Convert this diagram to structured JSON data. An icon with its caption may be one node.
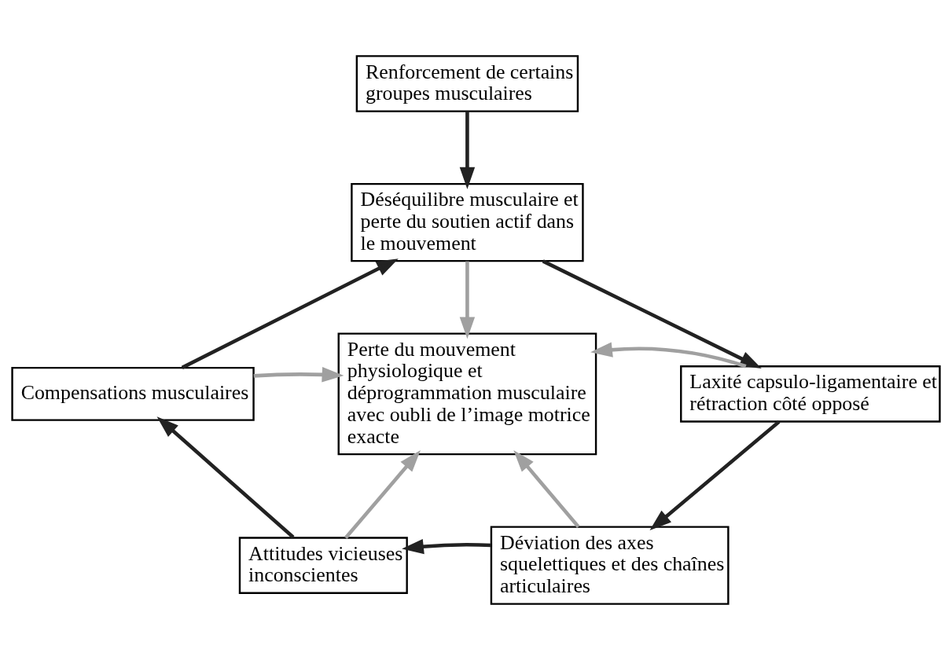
{
  "diagram": {
    "nodes": [
      {
        "text": [
          "Renforcement de certains groupes musculaires"
        ]
      },
      {
        "text": [
          "Déséquilibre musculaire et perte du soutien actif dans le mouvement"
        ]
      },
      {
        "text": [
          "Compensations musculaires"
        ]
      },
      {
        "text": [
          "Perte du mouvement physiologique et déprogrammation musculaire avec oubli de l’image motrice exacte"
        ]
      },
      {
        "text": [
          "Laxité capsulo-ligamentaire et rétraction côté opposé"
        ]
      },
      {
        "text": [
          "Attitudes vicieuses inconscientes"
        ]
      },
      {
        "text": [
          "Déviation des axes squelettiques et des chaînes articulaires"
        ]
      }
    ],
    "edges": [
      {
        "from": 0,
        "to": 1,
        "arrow": "to"
      },
      {
        "from": 1,
        "to": 4,
        "arrow": "to"
      },
      {
        "from": 4,
        "to": 6,
        "arrow": "to"
      },
      {
        "from": 6,
        "to": 5,
        "arrow": "to"
      },
      {
        "from": 5,
        "to": 2,
        "arrow": "to"
      },
      {
        "from": 2,
        "to": 1,
        "arrow": "to"
      },
      {
        "from": 1,
        "to": 3,
        "arrow": "to",
        "color": "#a0a0a0"
      },
      {
        "from": 2,
        "to": 3,
        "arrow": "to",
        "color": "#a0a0a0"
      },
      {
        "from": 4,
        "to": 3,
        "arrow": "to",
        "color": "#a0a0a0"
      },
      {
        "from": 5,
        "to": 3,
        "arrow": "to",
        "color": "#a0a0a0"
      },
      {
        "from": 6,
        "to": 3,
        "arrow": "to",
        "color": "#a0a0a0"
      }
    ]
  }
}
